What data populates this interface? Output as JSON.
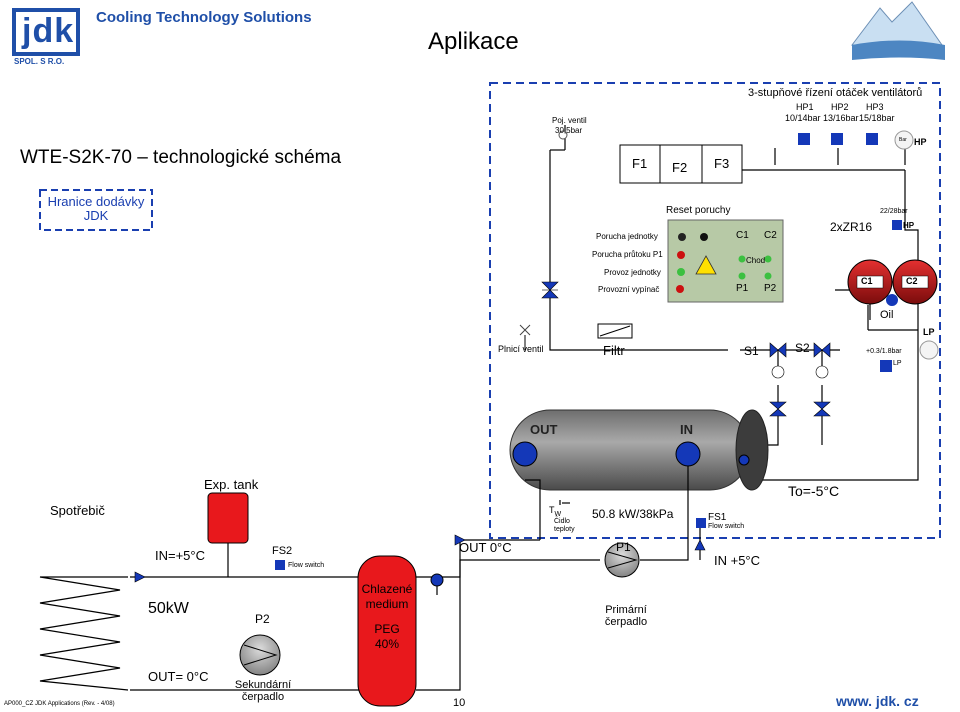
{
  "header": {
    "company": "Cooling Technology Solutions",
    "logo_text": "jdk",
    "logo_sub": "SPOL. S R.O.",
    "page_title": "Aplikace",
    "scheme_title": "WTE-S2K-70 – technologické schéma",
    "supply_boundary": "Hranice dodávky JDK"
  },
  "fan_control": {
    "title": "3-stupňové řízení otáček ventilátorů",
    "stages": [
      {
        "name": "HP1",
        "range": "10/14bar"
      },
      {
        "name": "HP2",
        "range": "13/16bar"
      },
      {
        "name": "HP3",
        "range": "15/18bar"
      }
    ],
    "fans": [
      "F1",
      "F2",
      "F3"
    ],
    "hp_label": "HP",
    "safety_valve": "Poj. ventil",
    "safety_valve_value": "30,5bar",
    "gauge_label": "Bar"
  },
  "control_panel": {
    "reset_label": "Reset poruchy",
    "labels": [
      "Porucha jednotky",
      "Porucha průtoku P1",
      "Provoz jednotky",
      "Provozní vypínač"
    ],
    "c1": "C1",
    "c2": "C2",
    "run_label": "Chod",
    "p1": "P1",
    "p2": "P2"
  },
  "compressors": {
    "model": "2xZR16",
    "hp_setting": "22/28bar",
    "hp_label": "HP",
    "c1": "C1",
    "c2": "C2",
    "oil": "Oil",
    "lp_label": "LP",
    "lp_setting": "+0.3/1.8bar",
    "lp_switch": "LP"
  },
  "refrigerant_line": {
    "fill_valve": "Plnicí ventil",
    "filter": "Filtr",
    "s1": "S1",
    "s2": "S2"
  },
  "evaporator": {
    "out": "OUT",
    "in": "IN"
  },
  "water_circuit": {
    "consumer": "Spotřebič",
    "exp_tank": "Exp. tank",
    "temp_in": "IN=+5°C",
    "power": "50kW",
    "temp_out": "OUT= 0°C",
    "fs2": "FS2",
    "flow_switch": "Flow switch",
    "p2": "P2",
    "secondary_pump": "Sekundární čerpadlo",
    "tank_label": "Chlazené medium",
    "tank_medium": "PEG 40%",
    "out_temp": "OUT 0°C",
    "tw": "T",
    "tw_sub": "W",
    "tw_desc": "Čidlo teploty",
    "capacity": "50.8 kW/38kPa",
    "fs1": "FS1",
    "p1": "P1",
    "in_temp": "IN +5°C",
    "primary_pump": "Primární čerpadlo",
    "evap_temp": "To=-5°C"
  },
  "footer": {
    "doc_ref": "AP000_CZ JDK Applications (Rev. - 4/08)",
    "page_number": "10",
    "website": "www. jdk. cz"
  },
  "colors": {
    "brand_blue": "#1f4fa8",
    "boundary_blue": "#1a3fb0",
    "panel_bg": "#b7c9a6",
    "tank_red": "#e8181c",
    "led_red": "#cc1010",
    "led_green": "#3cc040",
    "valve_blue": "#1438b8"
  }
}
